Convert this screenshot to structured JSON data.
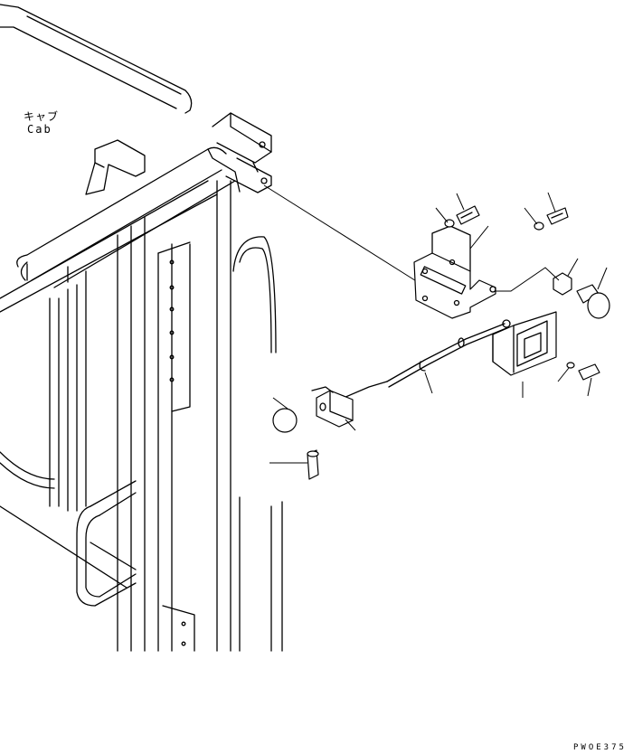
{
  "labels": {
    "cab_japanese": "キャブ",
    "cab_english": "Cab",
    "figure_code": "PWOE375"
  },
  "colors": {
    "line": "#000000",
    "background": "#ffffff"
  }
}
